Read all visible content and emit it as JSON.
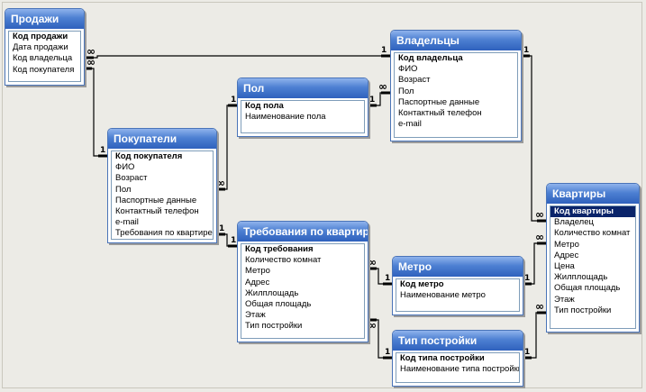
{
  "tables": {
    "prodazhi": {
      "title": "Продажи",
      "fields": [
        "Код продажи",
        "Дата продажи",
        "Код владельца",
        "Код покупателя"
      ]
    },
    "vladeltsy": {
      "title": "Владельцы",
      "fields": [
        "Код владельца",
        "ФИО",
        "Возраст",
        "Пол",
        "Паспортные данные",
        "Контактный телефон",
        "e-mail"
      ]
    },
    "pol": {
      "title": "Пол",
      "fields": [
        "Код пола",
        "Наименование пола"
      ]
    },
    "pokupateli": {
      "title": "Покупатели",
      "fields": [
        "Код покупателя",
        "ФИО",
        "Возраст",
        "Пол",
        "Паспортные данные",
        "Контактный телефон",
        "e-mail",
        "Требования по квартире"
      ]
    },
    "trebovaniya": {
      "title": "Требования по квартире",
      "fields": [
        "Код требования",
        "Количество комнат",
        "Метро",
        "Адрес",
        "Жилплощадь",
        "Общая площадь",
        "Этаж",
        "Тип постройки"
      ]
    },
    "metro": {
      "title": "Метро",
      "fields": [
        "Код метро",
        "Наименование метро"
      ]
    },
    "tip_postroyki": {
      "title": "Тип постройки",
      "fields": [
        "Код типа постройки",
        "Наименование типа постройки"
      ]
    },
    "kvartiry": {
      "title": "Квартиры",
      "fields": [
        "Код квартиры",
        "Владелец",
        "Количество комнат",
        "Метро",
        "Адрес",
        "Цена",
        "Жилплощадь",
        "Общая площадь",
        "Этаж",
        "Тип постройки"
      ]
    }
  },
  "cardinality": {
    "one": "1",
    "many": "∞"
  },
  "colors": {
    "title_bar": "#2f61bd",
    "border": "#4a74b8",
    "background": "#ecebe6",
    "selected_field": "#0a246a"
  }
}
